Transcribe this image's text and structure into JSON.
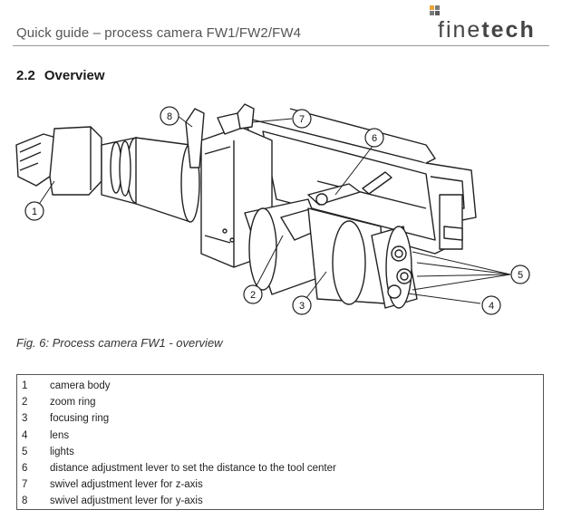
{
  "header": {
    "title": "Quick guide – process camera FW1/FW2/FW4",
    "logo_text_light": "fine",
    "logo_text_bold": "tech",
    "logo_colors": [
      "#e8a33b",
      "#7a7a7a",
      "#7a7a7a",
      "#5a5a5a"
    ]
  },
  "section": {
    "number": "2.2",
    "title": "Overview"
  },
  "figure": {
    "callouts": [
      "1",
      "2",
      "3",
      "4",
      "5",
      "6",
      "7",
      "8"
    ],
    "caption": "Fig. 6: Process camera FW1 - overview"
  },
  "legend": [
    {
      "num": "1",
      "desc": "camera body"
    },
    {
      "num": "2",
      "desc": "zoom ring"
    },
    {
      "num": "3",
      "desc": "focusing ring"
    },
    {
      "num": "4",
      "desc": "lens"
    },
    {
      "num": "5",
      "desc": "lights"
    },
    {
      "num": "6",
      "desc": "distance adjustment lever to set the distance to the tool center"
    },
    {
      "num": "7",
      "desc": "swivel adjustment lever for z-axis"
    },
    {
      "num": "8",
      "desc": "swivel adjustment lever for y-axis"
    }
  ]
}
